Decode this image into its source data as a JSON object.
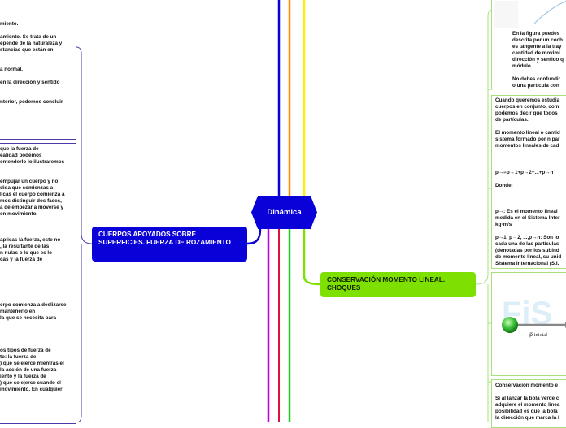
{
  "central": {
    "label": "Dinámica"
  },
  "left_topic": {
    "label": "CUERPOS APOYADOS SOBRE SUPERFICIES. FUERZA DE ROZAMIENTO"
  },
  "right_topic": {
    "label": "CONSERVACIÓN MOMENTO LINEAL. CHOQUES"
  },
  "left_notes": [
    "miento.",
    "amiento. Se trata de un\nepende de la naturaleza y\nstancias que están en",
    "a normal.",
    "en la dirección y sentido",
    "nterior, podemos concluir",
    "que la fuerza de\nealidad podemos\nentenderlo lo ilustraremos",
    "empujar un cuerpo y no\ndida que comienzas a\nlicas el cuerpo comienza a\nmos distinguir dos fases,\na de empezar a moverse y\nen movimiento.",
    "aplicas la fuerza, este no\n, la resultante de las\nn nulas o lo que es lo\ncas y la fuerza de",
    "erpo comienza a deslizarse\nmantenerlo en\n la que se necesita para",
    "os tipos de fuerza de\nto: la fuerza de\n) que se ejerce mientras el\nla acción de una fuerza\niento y la fuerza de\n) que se ejerce cuando el\nmovimiento. En cualquier"
  ],
  "right_notes": {
    "figure_text": "En la figura puedes\ndescrita por un coch\nes tangente a la tray\ncantidad de movimi\ndirección y sentido q\nmódulo.\n\nNo debes confundir\no una partícula con",
    "system_text": "Cuando queremos estudia\ncuerpos en conjunto, com\npodemos decir que todos\nde partículas.\n\nEl momento lineal o cantid\nsistema formado por n par\nmomentos lineales de cad",
    "formula": "p→=p→1+p→2+...+p→n",
    "donde_label": "Donde:",
    "definitions": "p→: Es el momento lineal\nmedida en el Sistema Inter\nkg·m/s\n\np→1, p→2, ...,p→n: Son lo\ncada una de las partículas\n(denotadas por los subínd\nde momento lineal, su unid\nSistema Internacional (S.I.",
    "image_caption": "p⃗ inicial",
    "image_watermark": "FiS",
    "conservation_text": "Conservación momento e\n\nSi al lanzar la bola verde c\nadquiere el momento linea\nposibilidad es que la bola\nla dirección que marca la l"
  },
  "colors": {
    "blue": "#0a00d8",
    "green": "#7ee000",
    "orange": "#ff8a00",
    "yellow": "#ffee00",
    "magenta": "#b800e6",
    "lime": "#22cc22",
    "left_box_border": "#4a3aa8",
    "right_box_border": "#a8e07a"
  }
}
